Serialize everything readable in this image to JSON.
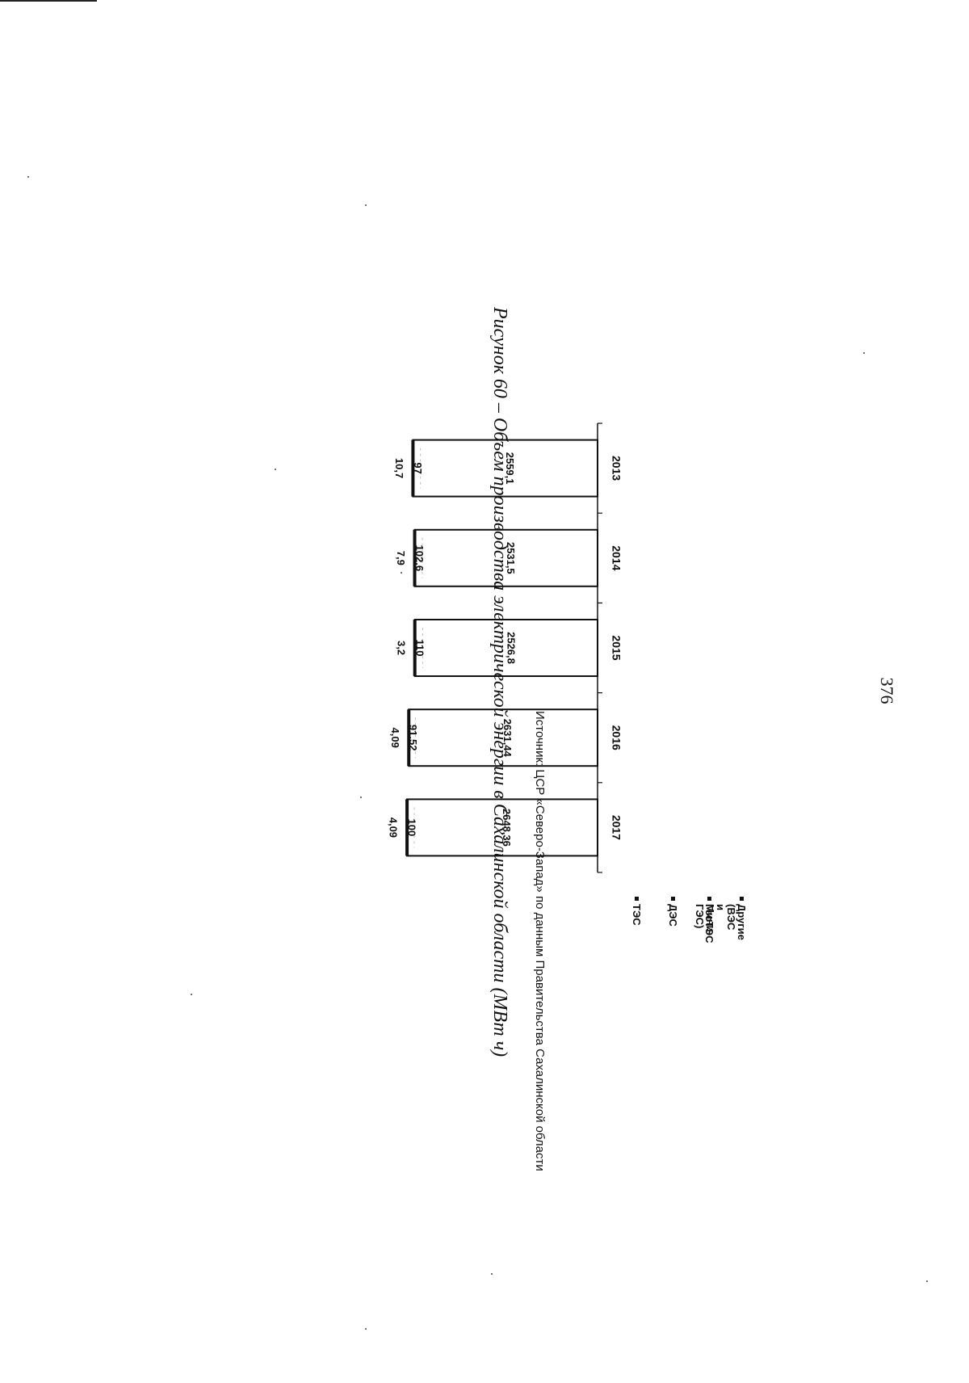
{
  "page": {
    "number": "376",
    "source": "Источник: ЦСР «Северо-Запад» по данным Правительства Сахалинской области",
    "caption": "Рисунок 60 – Объем производства электрической энергии в Сахалинской области (МВт ч)"
  },
  "colors": {
    "outline": "#111111",
    "fill": "#ffffff"
  },
  "legend": [
    {
      "name": "Другие (ВЭС\nи Мини-ГЭС)",
      "icon": "filled-square"
    },
    {
      "name": "ГеоТЭС",
      "icon": "filled-square"
    },
    {
      "name": "ДЭС",
      "icon": "filled-square"
    },
    {
      "name": "ТЭС",
      "icon": "filled-square"
    }
  ],
  "chart_data": {
    "type": "bar",
    "stacked": true,
    "orientation": "vertical (page rotated 90°)",
    "categories": [
      "2013",
      "2014",
      "2015",
      "2016",
      "2017"
    ],
    "series": [
      {
        "name": "ТЭС",
        "values": [
          2559.1,
          2531.5,
          2526.8,
          2631.44,
          2648.36
        ],
        "labels": [
          "2559,1",
          "2531,5",
          "2526,8",
          "2631,44",
          "2648,36"
        ]
      },
      {
        "name": "ДЭС",
        "values": [
          97,
          102.6,
          110,
          91.52,
          100
        ],
        "labels": [
          "97",
          "102,6",
          "110",
          "91,52",
          "100"
        ]
      },
      {
        "name": "ГеоТЭС",
        "values": [
          null,
          null,
          null,
          null,
          null
        ],
        "labels": [
          "",
          "",
          "",
          "",
          ""
        ]
      },
      {
        "name": "Другие (ВЭС и Мини-ГЭС)",
        "values": [
          10.7,
          7.9,
          3.2,
          4.09,
          4.09
        ],
        "labels": [
          "10,7",
          "7,9",
          "3,2",
          "4,09",
          "4,09"
        ]
      }
    ],
    "legend_position": "right",
    "grid": false,
    "title": "",
    "xlabel": "",
    "ylabel": ""
  }
}
